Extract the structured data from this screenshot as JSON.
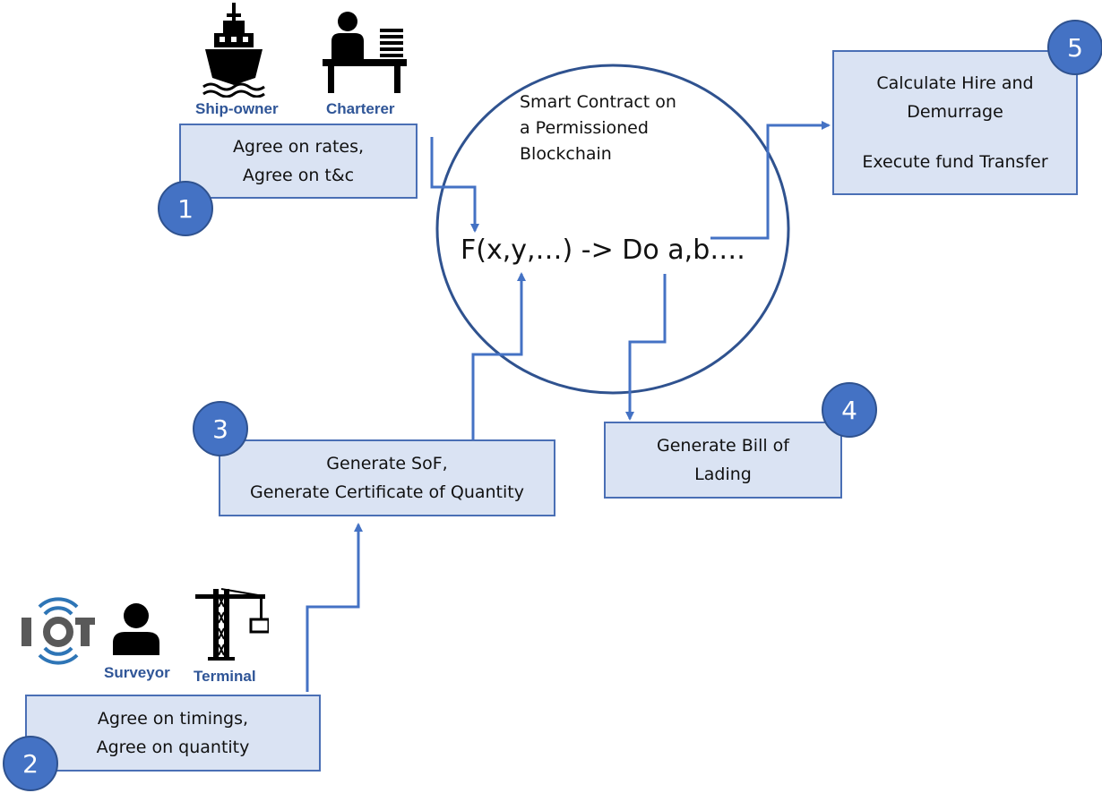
{
  "colors": {
    "box_fill": "#dae3f3",
    "box_border": "#4a6fb5",
    "badge": "#4472c4",
    "arrow": "#4472c4",
    "label": "#2f5597"
  },
  "icons": [
    "ship-icon",
    "charterer-desk-icon",
    "iot-icon",
    "surveyor-person-icon",
    "terminal-crane-icon"
  ],
  "actors": {
    "ship_owner": "Ship-owner",
    "charterer": "Charterer",
    "surveyor": "Surveyor",
    "terminal": "Terminal",
    "iot": "IOT"
  },
  "contract": {
    "title_lines": [
      "Smart Contract on",
      "a Permissioned",
      "Blockchain"
    ],
    "formula": "F(x,y,…) -> Do a,b…."
  },
  "steps": [
    {
      "badge": "1",
      "lines": [
        "Agree on rates,",
        "Agree on t&c"
      ]
    },
    {
      "badge": "2",
      "lines": [
        "Agree on timings,",
        "Agree on quantity"
      ]
    },
    {
      "badge": "3",
      "lines": [
        "Generate SoF,",
        "Generate Certificate of Quantity"
      ]
    },
    {
      "badge": "4",
      "lines": [
        "Generate Bill of",
        "Lading"
      ]
    },
    {
      "badge": "5",
      "lines": [
        "Calculate Hire and",
        "Demurrage",
        "",
        "Execute fund Transfer"
      ]
    }
  ]
}
